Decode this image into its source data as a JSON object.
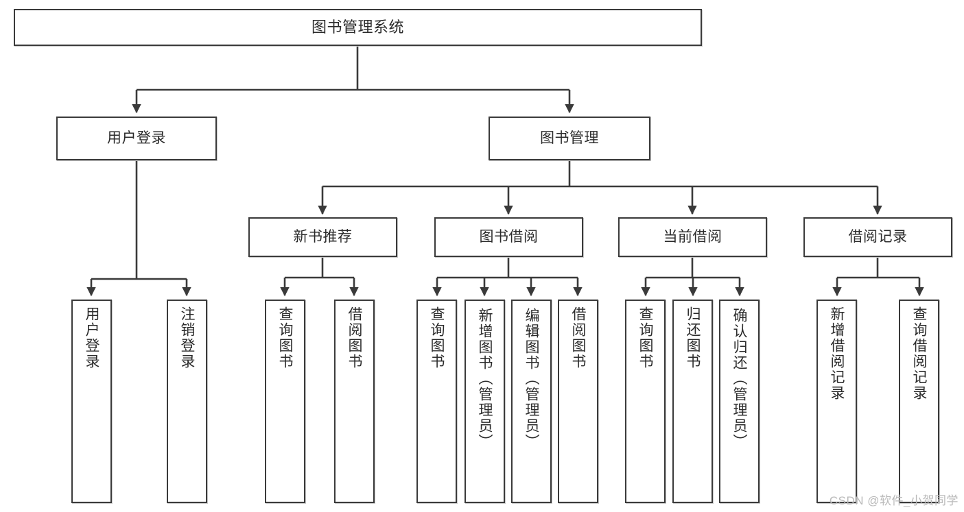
{
  "diagram": {
    "title": "图书管理系统",
    "type": "tree-hierarchy-chart",
    "watermark": "CSDN @软件_小贺同学",
    "colors": {
      "node_border": "#3a3a3a",
      "node_fill": "#ffffff",
      "edge": "#3a3a3a",
      "text": "#2b2b2b",
      "watermark": "#b9b9b9",
      "background": "#ffffff"
    }
  },
  "nodes": {
    "root": {
      "label": "图书管理系统"
    },
    "level2": [
      {
        "id": "user-login",
        "label": "用户登录"
      },
      {
        "id": "book-management",
        "label": "图书管理"
      }
    ],
    "level3": [
      {
        "id": "new-book-recommend",
        "label": "新书推荐"
      },
      {
        "id": "book-borrow",
        "label": "图书借阅"
      },
      {
        "id": "current-borrow",
        "label": "当前借阅"
      },
      {
        "id": "borrow-record",
        "label": "借阅记录"
      }
    ],
    "leaves": {
      "user-login": [
        {
          "id": "leaf-user-login",
          "label": "用户登录"
        },
        {
          "id": "leaf-logout-login",
          "label": "注销登录"
        }
      ],
      "new-book-recommend": [
        {
          "id": "leaf-query-book-1",
          "label": "查询图书"
        },
        {
          "id": "leaf-borrow-book-1",
          "label": "借阅图书"
        }
      ],
      "book-borrow": [
        {
          "id": "leaf-query-book-2",
          "label": "查询图书"
        },
        {
          "id": "leaf-add-book",
          "label": "新增图书（管理员）"
        },
        {
          "id": "leaf-edit-book",
          "label": "编辑图书（管理员）"
        },
        {
          "id": "leaf-borrow-book-2",
          "label": "借阅图书"
        }
      ],
      "current-borrow": [
        {
          "id": "leaf-query-book-3",
          "label": "查询图书"
        },
        {
          "id": "leaf-return-book",
          "label": "归还图书"
        },
        {
          "id": "leaf-confirm-return",
          "label": "确认归还（管理员）"
        }
      ],
      "borrow-record": [
        {
          "id": "leaf-add-record",
          "label": "新增借阅记录"
        },
        {
          "id": "leaf-query-record",
          "label": "查询借阅记录"
        }
      ]
    }
  }
}
